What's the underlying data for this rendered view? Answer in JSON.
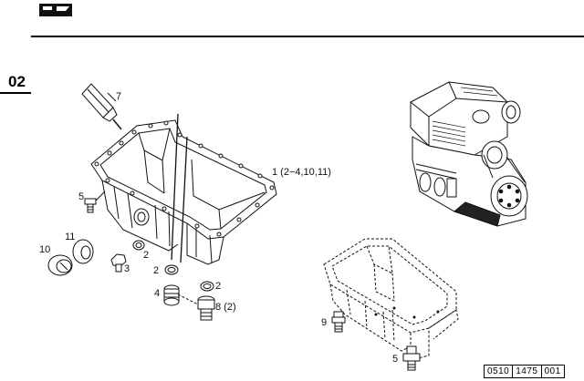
{
  "header": {
    "logo_icon": "book-tab-icon",
    "section_number": "02"
  },
  "callouts": {
    "c7": "7",
    "c1": "1 (2−4,10,11)",
    "c5a": "5",
    "c11": "11",
    "c10": "10",
    "c3": "3",
    "c2a": "2",
    "c2b": "2",
    "c2c": "2",
    "c4": "4",
    "c8": "8 (2)",
    "c9": "9",
    "c5b": "5"
  },
  "reference": {
    "part1": "0510",
    "part2": "1475",
    "part3": "001"
  },
  "colors": {
    "ink": "#111111",
    "background": "#ffffff"
  }
}
